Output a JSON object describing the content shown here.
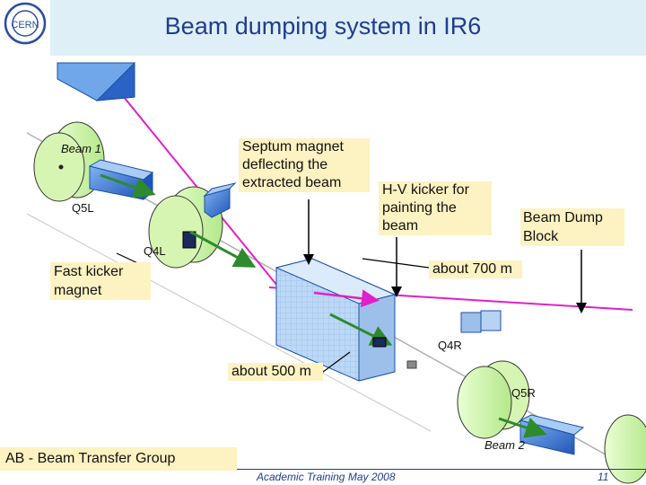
{
  "title": "Beam dumping system in IR6",
  "labels": {
    "beam1": "Beam 1",
    "beam2": "Beam 2",
    "q5l": "Q5L",
    "q4l": "Q4L",
    "q4r": "Q4R",
    "q5r": "Q5R",
    "septum": "Septum magnet deflecting the extracted beam",
    "hv_kicker": "H-V kicker for painting the beam",
    "dump_block": "Beam Dump Block",
    "fast_kicker": "Fast kicker magnet",
    "about700": "about 700 m",
    "about500": "about 500 m"
  },
  "footer": {
    "group": "AB - Beam Transfer Group",
    "event": "Academic Training May 2008",
    "page": "11"
  },
  "colors": {
    "header_bg": "#dfeff8",
    "title": "#1f3d8c",
    "label_box": "#fdf2c2",
    "beam_line": "#e020c8",
    "magnet": "#2a6fd0",
    "quad": "#c8f0a0"
  },
  "icons": {
    "logo": "cern-logo"
  }
}
